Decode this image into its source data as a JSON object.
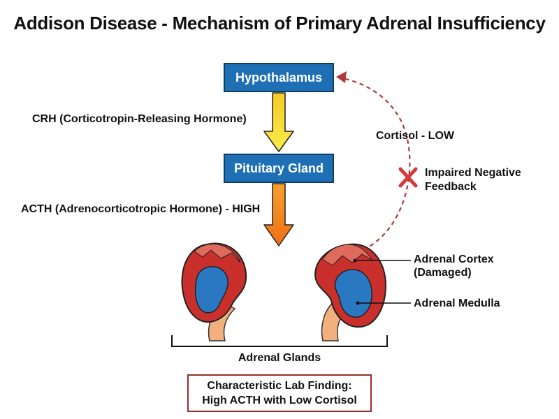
{
  "title": "Addison Disease - Mechanism of Primary Adrenal Insufficiency",
  "nodes": {
    "hypothalamus": "Hypothalamus",
    "pituitary": "Pituitary Gland"
  },
  "arrows": {
    "crh": "CRH (Corticotropin-Releasing Hormone)",
    "acth": "ACTH (Adrenocorticotropic Hormone) - HIGH"
  },
  "feedback": {
    "cortisol": "Cortisol - LOW",
    "impaired_line1": "Impaired Negative",
    "impaired_line2": "Feedback"
  },
  "glands": {
    "cortex_line1": "Adrenal Cortex",
    "cortex_line2": "(Damaged)",
    "medulla": "Adrenal Medulla",
    "label": "Adrenal Glands"
  },
  "lab_finding": {
    "line1": "Characteristic Lab Finding:",
    "line2": "High ACTH with Low Cortisol"
  },
  "colors": {
    "box_fill": "#1f6fb5",
    "box_border": "#0d3d66",
    "crh_arrow": "#f7e13a",
    "acth_arrow": "#f08a1e",
    "cortex": "#c9302c",
    "medulla": "#2a78c2",
    "feedback": "#b03a3a",
    "x_mark": "#d43a3a",
    "lab_border": "#9b2b2b"
  }
}
